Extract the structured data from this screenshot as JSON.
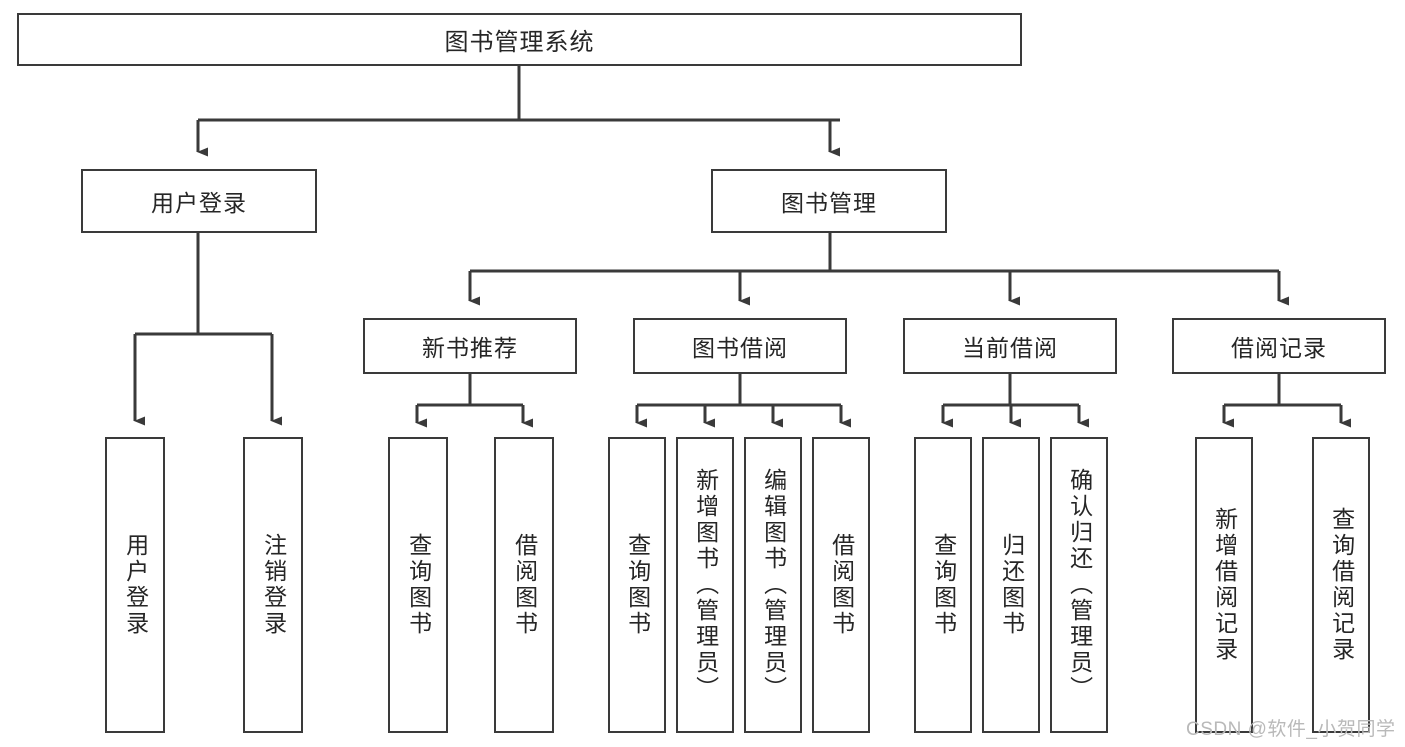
{
  "diagram": {
    "type": "tree-hierarchy",
    "title": "图书管理系统",
    "root": {
      "id": "root",
      "label": "图书管理系统",
      "orientation": "horizontal"
    },
    "level2": [
      {
        "id": "user-login",
        "label": "用户登录",
        "orientation": "horizontal"
      },
      {
        "id": "book-manage",
        "label": "图书管理",
        "orientation": "horizontal"
      }
    ],
    "level3": [
      {
        "id": "new-book-recommend",
        "label": "新书推荐",
        "orientation": "horizontal",
        "parent": "book-manage"
      },
      {
        "id": "book-borrow",
        "label": "图书借阅",
        "orientation": "horizontal",
        "parent": "book-manage"
      },
      {
        "id": "current-borrow",
        "label": "当前借阅",
        "orientation": "horizontal",
        "parent": "book-manage"
      },
      {
        "id": "borrow-record",
        "label": "借阅记录",
        "orientation": "horizontal",
        "parent": "book-manage"
      }
    ],
    "leaves": [
      {
        "id": "leaf-user-login",
        "label": "用户登录",
        "parent": "user-login",
        "orientation": "vertical"
      },
      {
        "id": "leaf-user-logout",
        "label": "注销登录",
        "parent": "user-login",
        "orientation": "vertical"
      },
      {
        "id": "leaf-query-book-1",
        "label": "查询图书",
        "parent": "new-book-recommend",
        "orientation": "vertical"
      },
      {
        "id": "leaf-borrow-book-1",
        "label": "借阅图书",
        "parent": "new-book-recommend",
        "orientation": "vertical"
      },
      {
        "id": "leaf-query-book-2",
        "label": "查询图书",
        "parent": "book-borrow",
        "orientation": "vertical"
      },
      {
        "id": "leaf-add-book",
        "label": "新增图书（管理员）",
        "parent": "book-borrow",
        "orientation": "vertical"
      },
      {
        "id": "leaf-edit-book",
        "label": "编辑图书（管理员）",
        "parent": "book-borrow",
        "orientation": "vertical"
      },
      {
        "id": "leaf-borrow-book-2",
        "label": "借阅图书",
        "parent": "book-borrow",
        "orientation": "vertical"
      },
      {
        "id": "leaf-query-book-3",
        "label": "查询图书",
        "parent": "current-borrow",
        "orientation": "vertical"
      },
      {
        "id": "leaf-return-book",
        "label": "归还图书",
        "parent": "current-borrow",
        "orientation": "vertical"
      },
      {
        "id": "leaf-confirm-return",
        "label": "确认归还（管理员）",
        "parent": "current-borrow",
        "orientation": "vertical"
      },
      {
        "id": "leaf-add-record",
        "label": "新增借阅记录",
        "parent": "borrow-record",
        "orientation": "vertical"
      },
      {
        "id": "leaf-query-record",
        "label": "查询借阅记录",
        "parent": "borrow-record",
        "orientation": "vertical"
      }
    ],
    "watermark": "CSDN @软件_小贺同学",
    "colors": {
      "stroke": "#3a3a3a",
      "fill": "#ffffff",
      "text": "#262626",
      "watermark": "#b9b9b9"
    }
  }
}
